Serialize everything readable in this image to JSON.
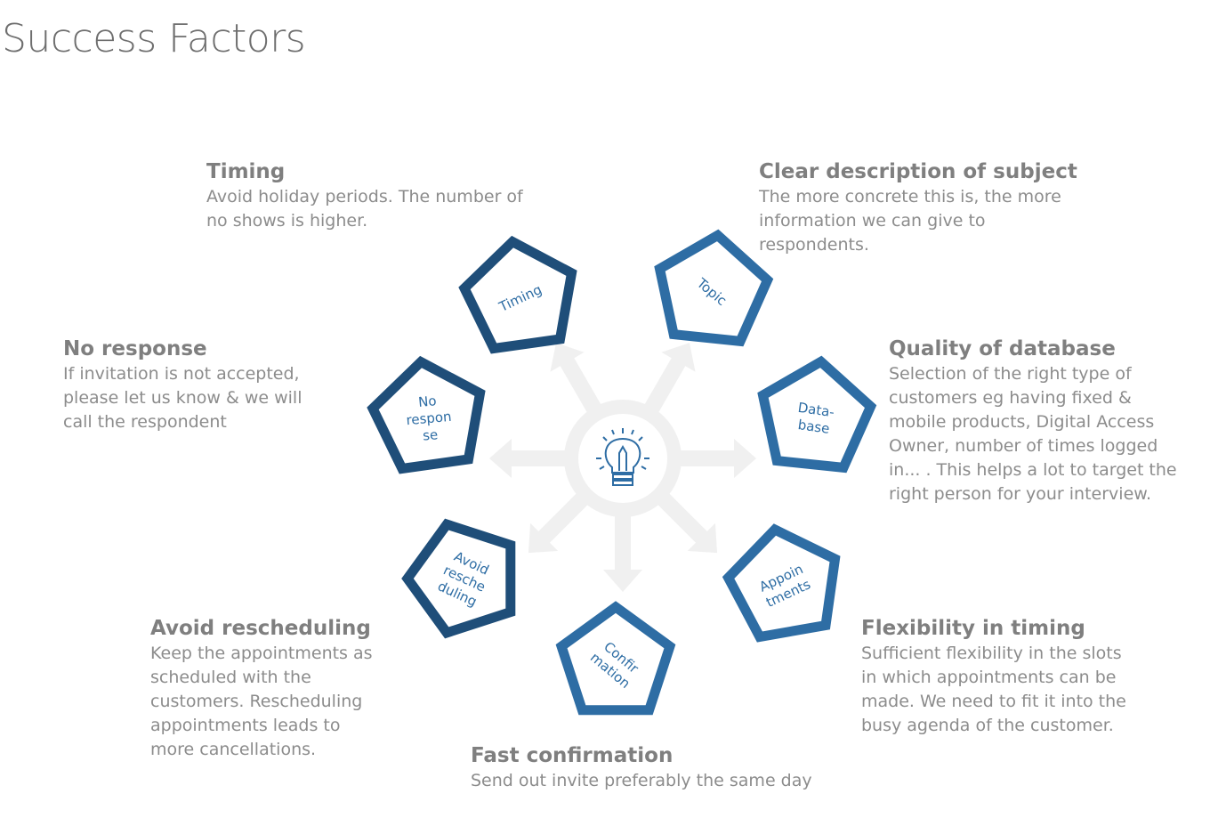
{
  "title": "Success Factors",
  "colors": {
    "dark_blue": "#1f4e79",
    "blue": "#2e6da4",
    "arrow_gray": "#f0f0f0",
    "text_gray": "#8c8c8c"
  },
  "center_icon": "lightbulb-pencil-icon",
  "factors": [
    {
      "id": "timing",
      "shape_label": [
        "Timing"
      ],
      "heading": "Timing",
      "text": "Avoid holiday periods. The number of no shows is higher."
    },
    {
      "id": "topic",
      "shape_label": [
        "Topic"
      ],
      "heading": "Clear description of subject",
      "text": "The more concrete this is, the more information we can give to respondents."
    },
    {
      "id": "database",
      "shape_label": [
        "Data-",
        "base"
      ],
      "heading": "Quality of database",
      "text": "Selection of the right type of customers eg having fixed & mobile products, Digital Access Owner, number of times logged in... . This helps a lot to target the right person for your interview."
    },
    {
      "id": "appointments",
      "shape_label": [
        "Appoin",
        "tments"
      ],
      "heading": "Flexibility in timing",
      "text": "Sufficient flexibility in the slots in which appointments can be made. We need to fit it into the busy agenda of the customer."
    },
    {
      "id": "confirmation",
      "shape_label": [
        "Confir",
        "mation"
      ],
      "heading": "Fast confirmation",
      "text": "Send out invite preferably the same day"
    },
    {
      "id": "rescheduling",
      "shape_label": [
        "Avoid",
        "resche",
        "duling"
      ],
      "heading": "Avoid rescheduling",
      "text": "Keep the appointments as scheduled with the customers. Rescheduling appointments leads to more cancellations."
    },
    {
      "id": "no-response",
      "shape_label": [
        "No",
        "respon",
        "se"
      ],
      "heading": "No response",
      "text": "If invitation is not accepted, please let us know & we will call the respondent"
    }
  ]
}
